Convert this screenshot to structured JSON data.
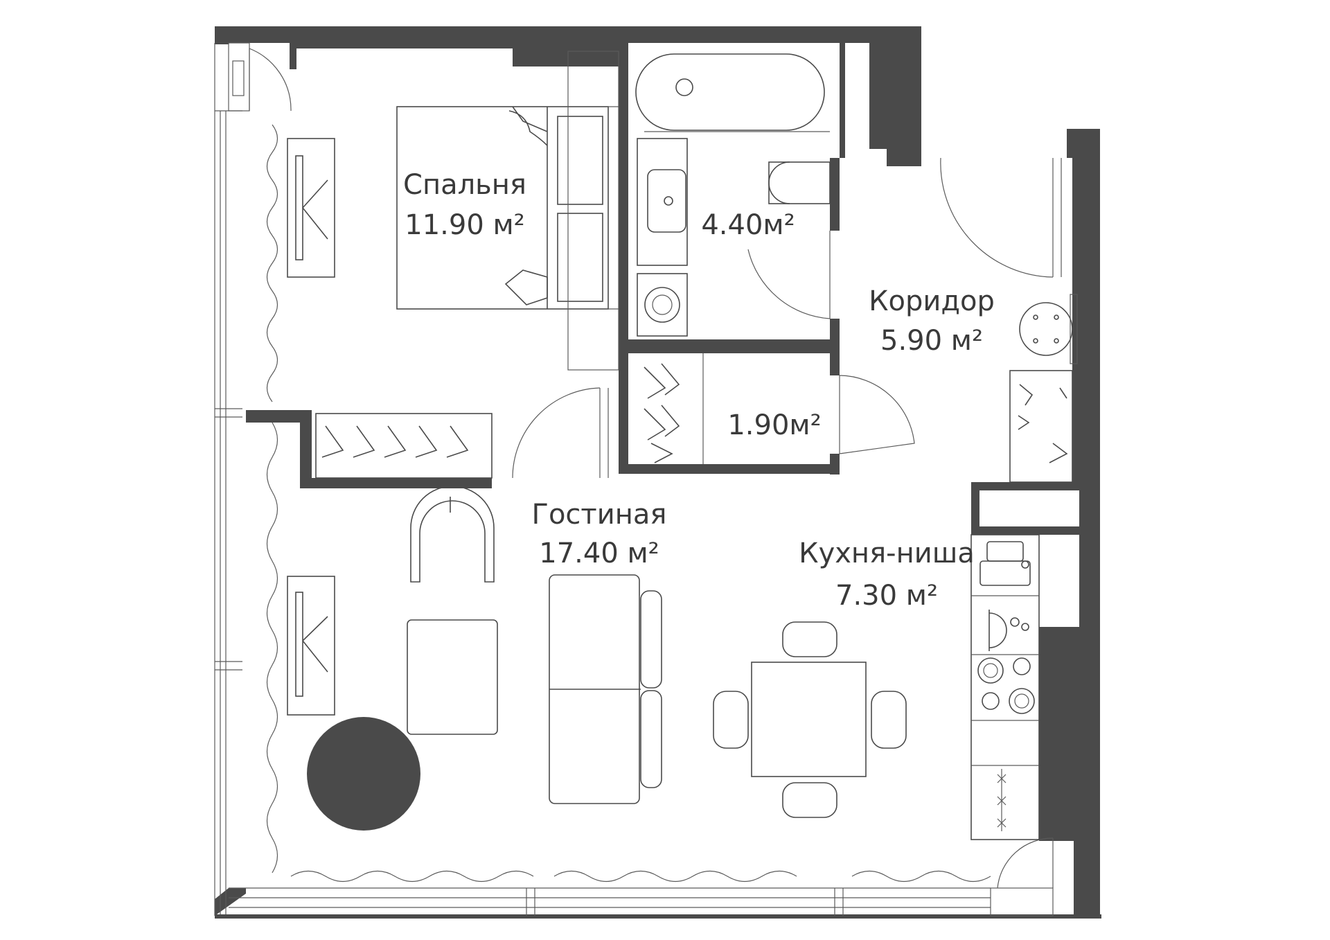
{
  "rooms": [
    {
      "id": "bedroom",
      "name": "Спальня",
      "area": "11.90 м²"
    },
    {
      "id": "bathroom",
      "name": "",
      "area": "4.40м²"
    },
    {
      "id": "corridor",
      "name": "Коридор",
      "area": "5.90 м²"
    },
    {
      "id": "closet",
      "name": "",
      "area": "1.90м²"
    },
    {
      "id": "living",
      "name": "Гостиная",
      "area": "17.40 м²"
    },
    {
      "id": "kitchen",
      "name": "Кухня-ниша",
      "area": "7.30 м²"
    }
  ],
  "colors": {
    "wall": "#4a4a4a",
    "line": "#4a4a4a",
    "background": "#ffffff",
    "text": "#3a3a3a"
  }
}
